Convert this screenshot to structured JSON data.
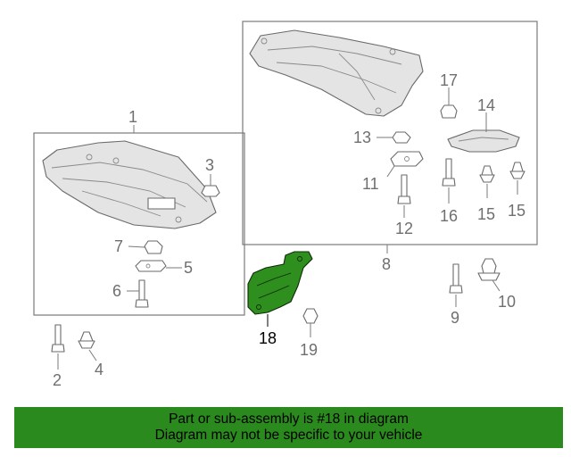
{
  "callouts": {
    "c1": "1",
    "c2": "2",
    "c3": "3",
    "c4": "4",
    "c5": "5",
    "c6": "6",
    "c7": "7",
    "c8": "8",
    "c9": "9",
    "c10": "10",
    "c11": "11",
    "c12": "12",
    "c13": "13",
    "c14": "14",
    "c15": "15",
    "c16": "16",
    "c17": "17",
    "c18": "18",
    "c19": "19"
  },
  "highlighted_part": "18",
  "colors": {
    "highlight": "#2f8f1e",
    "banner": "#2b8a1e",
    "line": "#7a7a7a"
  },
  "banner": {
    "line1": "Part or sub-assembly is #18 in diagram",
    "line2": "Diagram may not be specific to your vehicle"
  }
}
